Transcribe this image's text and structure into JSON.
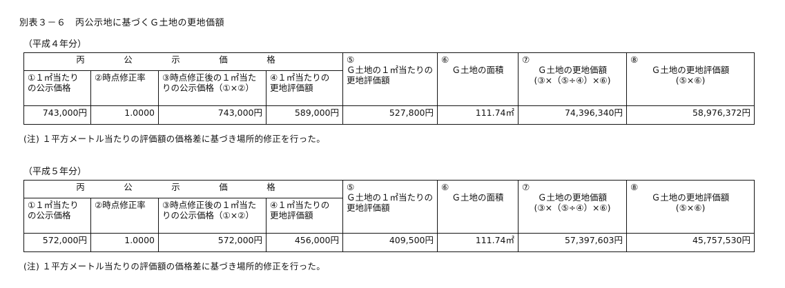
{
  "title": "別表３－６　丙公示地に基づくＧ土地の更地価額",
  "sections": [
    {
      "period": "（平成４年分）",
      "header": {
        "pp": "丙　公　示　価　格",
        "c1": "①１㎡当たり\nの公示価格",
        "c2": "②時点修正率",
        "c3": "③時点修正後の１㎡当たりの公示価格（①×②）",
        "c4": "④１㎡当たりの\n更地評価額",
        "c5_num": "⑤",
        "c5": "Ｇ土地の１㎡当たりの更地評価額",
        "c6_num": "⑥",
        "c6": "Ｇ土地の面積",
        "c7_num": "⑦",
        "c7a": "Ｇ土地の更地価額",
        "c7b": "(③×（⑤÷④）×⑥)",
        "c8_num": "⑧",
        "c8a": "Ｇ土地の更地評価額",
        "c8b": "(⑤×⑥)"
      },
      "values": [
        "743,000円",
        "1.0000",
        "743,000円",
        "589,000円",
        "527,800円",
        "111.74㎡",
        "74,396,340円",
        "58,976,372円"
      ],
      "note": "(注) １平方メートル当たりの評価額の価格差に基づき場所的修正を行った。"
    },
    {
      "period": "（平成５年分）",
      "header": {
        "pp": "丙　公　示　価　格",
        "c1": "①１㎡当たり\nの公示価格",
        "c2": "②時点修正率",
        "c3": "③時点修正後の１㎡当たりの公示価格（①×②）",
        "c4": "④１㎡当たりの\n更地評価額",
        "c5_num": "⑤",
        "c5": "Ｇ土地の１㎡当たりの更地評価額",
        "c6_num": "⑥",
        "c6": "Ｇ土地の面積",
        "c7_num": "⑦",
        "c7a": "Ｇ土地の更地価額",
        "c7b": "(③×（⑤÷④）×⑥)",
        "c8_num": "⑧",
        "c8a": "Ｇ土地の更地評価額",
        "c8b": "(⑤×⑥)"
      },
      "values": [
        "572,000円",
        "1.0000",
        "572,000円",
        "456,000円",
        "409,500円",
        "111.74㎡",
        "57,397,603円",
        "45,757,530円"
      ],
      "note": "(注) １平方メートル当たりの評価額の価格差に基づき場所的修正を行った。"
    }
  ]
}
